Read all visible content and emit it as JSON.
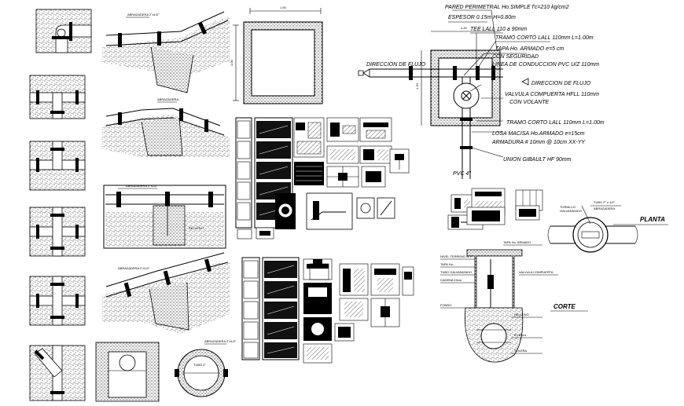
{
  "plan_dims": {
    "width": "1.00",
    "height": "1.00"
  },
  "valve_plan": {
    "dims": {
      "top": "1.20",
      "side": "1.20"
    },
    "labels": {
      "pared": "PARED PERIMETRAL Ho.SIMPLE f'c=210 kg/cm2",
      "espesor": "ESPESOR 0.15m H=0.80m",
      "tee": "TEE LALL 110 a 90mm",
      "tramo1": "TRAMO CORTO LALL 110mm L=1.00m",
      "tapa": "TAPA Ho. ARMADO e=5 cm",
      "seguridad": "CON SEGURIDAD",
      "linea": "LINEA DE CONDUCCION PVC U/Z 110mm",
      "dir_left": "DIRECCION DE FLUJO",
      "dir_right": "DIRECCION DE FLUJO",
      "valvula": "VALVULA COMPUERTA HFLL 110mm",
      "volante": "CON VOLANTE",
      "tramo2": "TRAMO CORTO LALL 110mm L=1.00m",
      "losa": "LOSA MACISA Ho.ARMADO e=15cm",
      "armadura": "ARMADURA # 10mm @ 10cm XX-YY",
      "union": "UNION GIBAULT HF 90mm",
      "pvc": "PVC 4\""
    }
  },
  "planta_label": "PLANTA",
  "corte_label": "CORTE",
  "colors": {
    "line": "#000000",
    "background": "#ffffff",
    "fill": "#555555"
  }
}
